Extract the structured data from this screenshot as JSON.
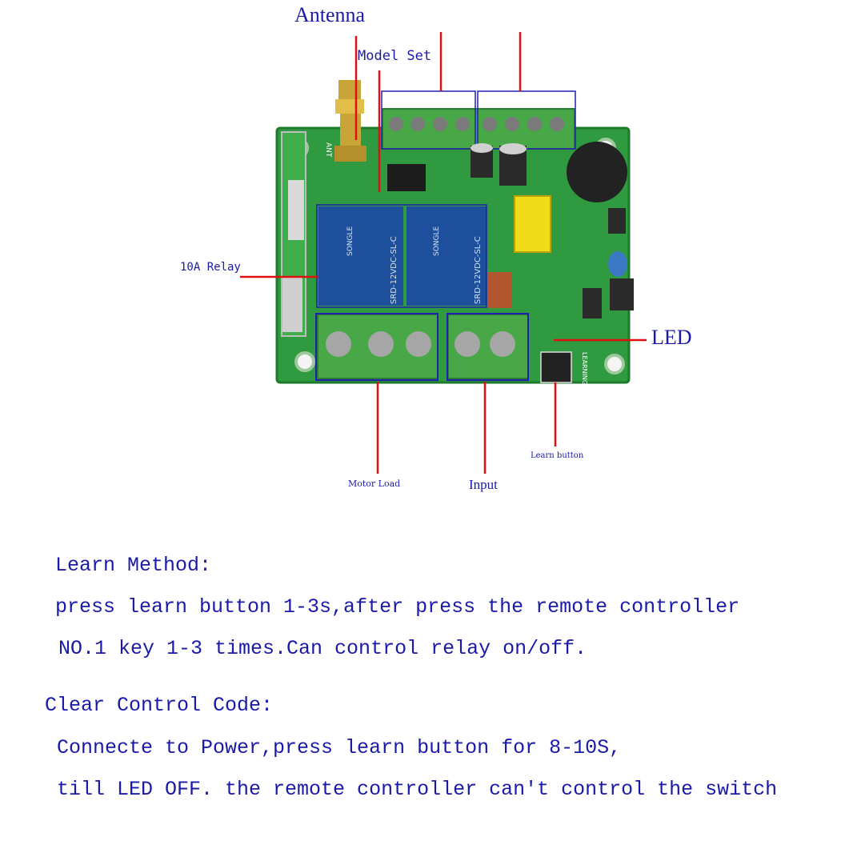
{
  "labels": {
    "antenna": "Antenna",
    "model_set": "Model Set",
    "relay": "10A Relay",
    "led": "LED",
    "learn_button": "Learn button",
    "motor_load": "Motor Load",
    "input": "Input"
  },
  "board_text": {
    "relay_brand": "SONGLE",
    "relay_model": "SRD-12VDC-SL-C",
    "ant": "ANT",
    "learning": "LEARNING"
  },
  "learn_method": {
    "heading": "Learn Method:",
    "line1": "press learn button 1-3s,after press the remote controller",
    "line2": "NO.1 key 1-3 times.Can control relay on/off."
  },
  "clear_code": {
    "heading": "Clear Control Code:",
    "line1": "Connecte to Power,press learn button for 8-10S,",
    "line2": "till LED OFF. the remote controller can't control the switch"
  },
  "colors": {
    "pcb": "#2f9a3f",
    "pcb_dark": "#1f7a2e",
    "terminal": "#48a848",
    "relay": "#1d4f9c",
    "callout_line": "#e01010",
    "highlight_box": "#2020b0",
    "label_text": "#1a1aa8"
  }
}
